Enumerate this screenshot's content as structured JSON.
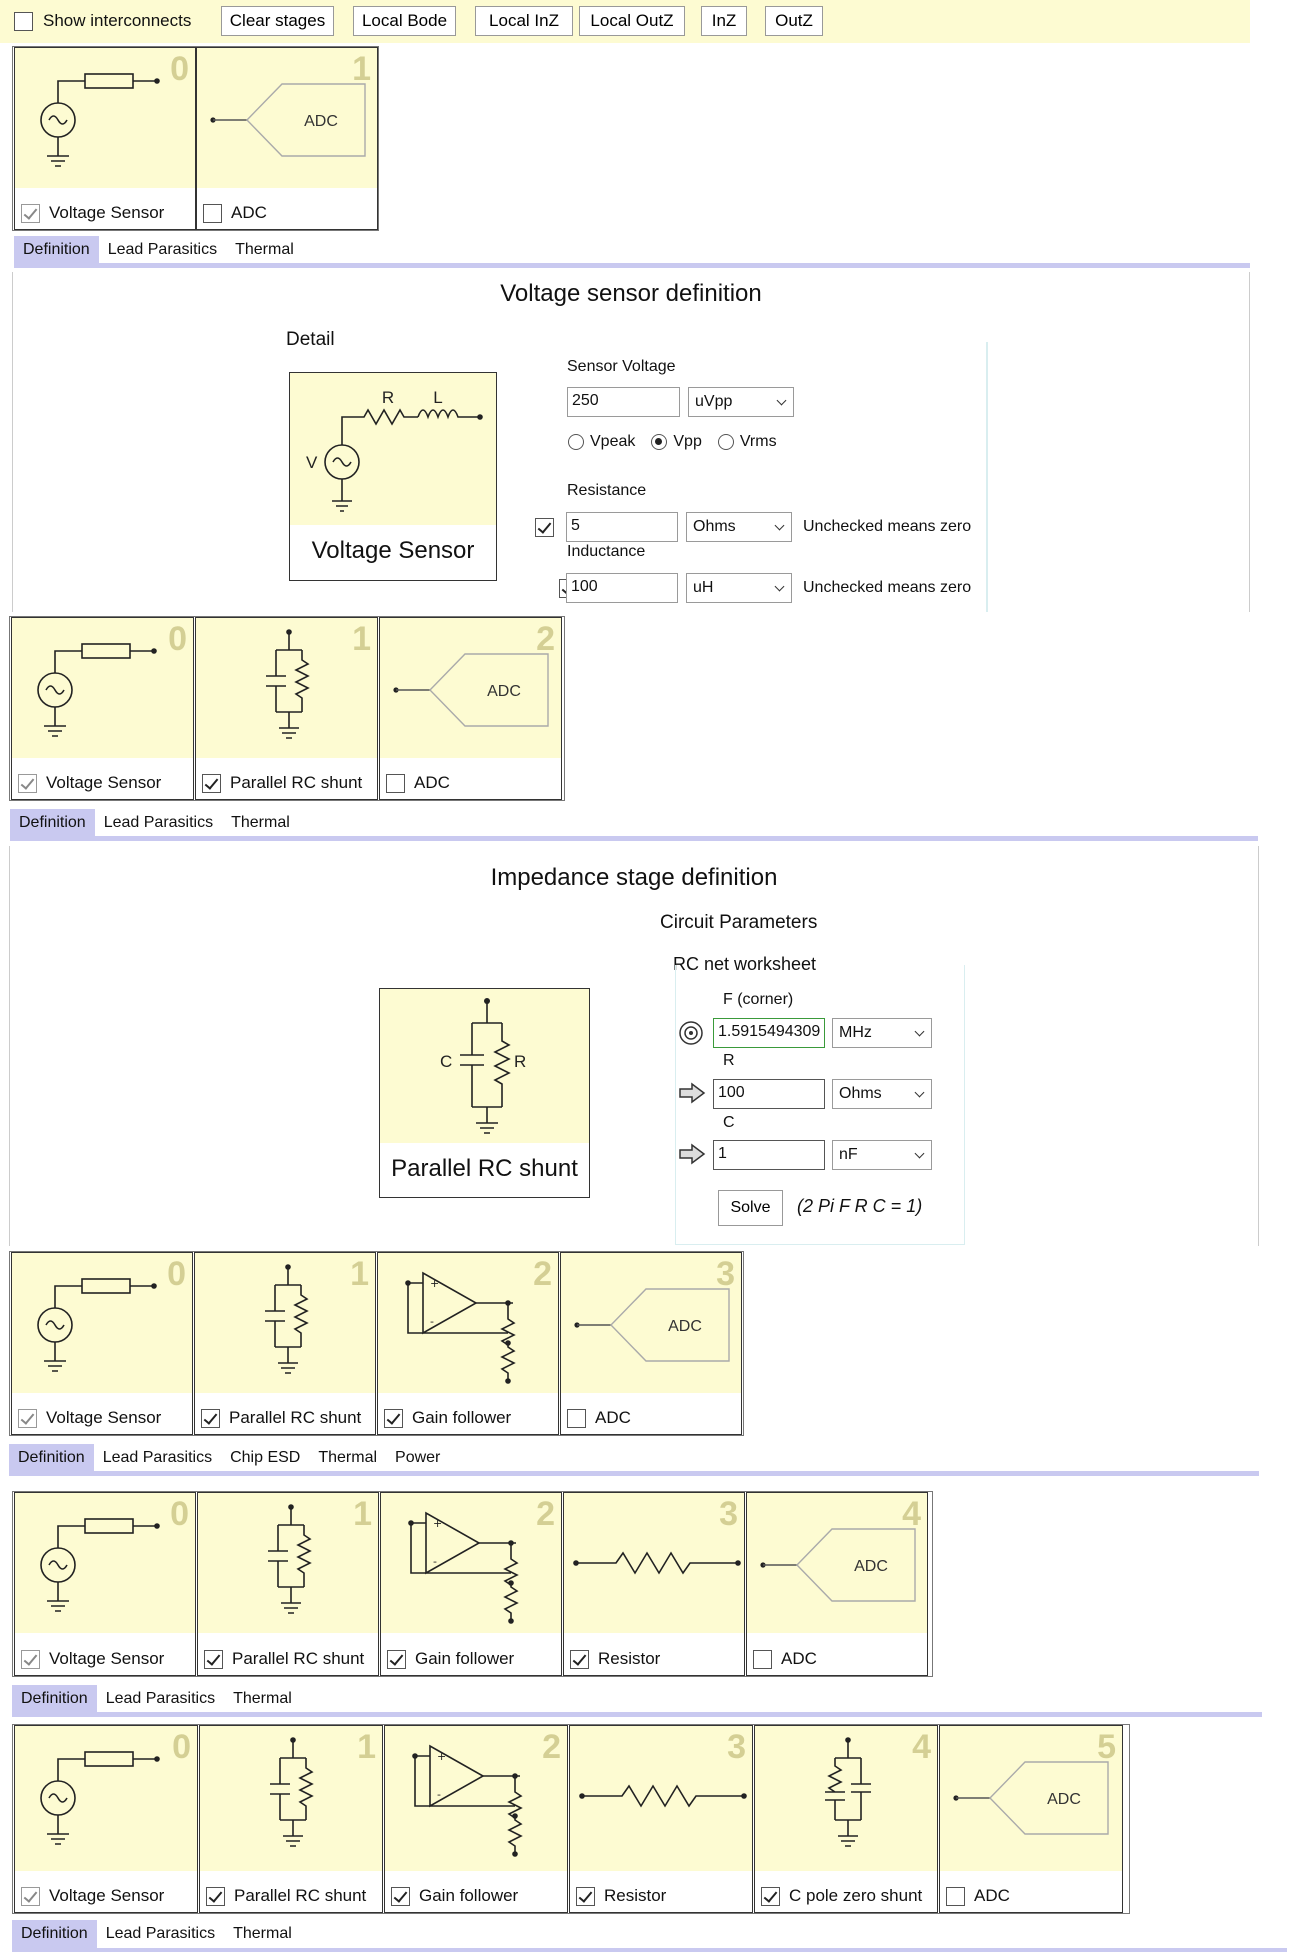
{
  "toolbar": {
    "show_interconnects": "Show interconnects",
    "buttons": [
      "Clear stages",
      "Local Bode",
      "Local InZ",
      "Local OutZ",
      "InZ",
      "OutZ"
    ]
  },
  "stage_names": {
    "voltage_sensor": "Voltage Sensor",
    "adc": "ADC",
    "parallel_rc": "Parallel RC shunt",
    "gain_follower": "Gain follower",
    "resistor": "Resistor",
    "c_pole_zero": "C pole zero shunt"
  },
  "stage_numbers": [
    "0",
    "1",
    "2",
    "3",
    "4",
    "5"
  ],
  "tabs": {
    "definition": "Definition",
    "lead_parasitics": "Lead Parasitics",
    "thermal": "Thermal",
    "chip_esd": "Chip ESD",
    "power": "Power"
  },
  "voltage_panel": {
    "title": "Voltage sensor definition",
    "detail": "Detail",
    "diagram_caption": "Voltage Sensor",
    "sensor_voltage_label": "Sensor Voltage",
    "sensor_voltage_value": "250",
    "sensor_voltage_unit": "uVpp",
    "radios": [
      "Vpeak",
      "Vpp",
      "Vrms"
    ],
    "resistance_label": "Resistance",
    "resistance_value": "5",
    "resistance_unit": "Ohms",
    "inductance_label": "Inductance",
    "inductance_value": "100",
    "inductance_unit": "uH",
    "unchecked_note": "Unchecked means zero"
  },
  "impedance_panel": {
    "title": "Impedance stage definition",
    "circuit_parameters": "Circuit Parameters",
    "worksheet": "RC net worksheet",
    "diagram_caption": "Parallel RC shunt",
    "f_label": "F (corner)",
    "f_value": "1.5915494309",
    "f_unit": "MHz",
    "r_label": "R",
    "r_value": "100",
    "r_unit": "Ohms",
    "c_label": "C",
    "c_value": "1",
    "c_unit": "nF",
    "solve": "Solve",
    "formula": "(2 Pi F R C = 1)"
  },
  "diagram_labels": {
    "adc": "ADC",
    "r": "R",
    "l": "L",
    "v": "V",
    "c": "C"
  }
}
